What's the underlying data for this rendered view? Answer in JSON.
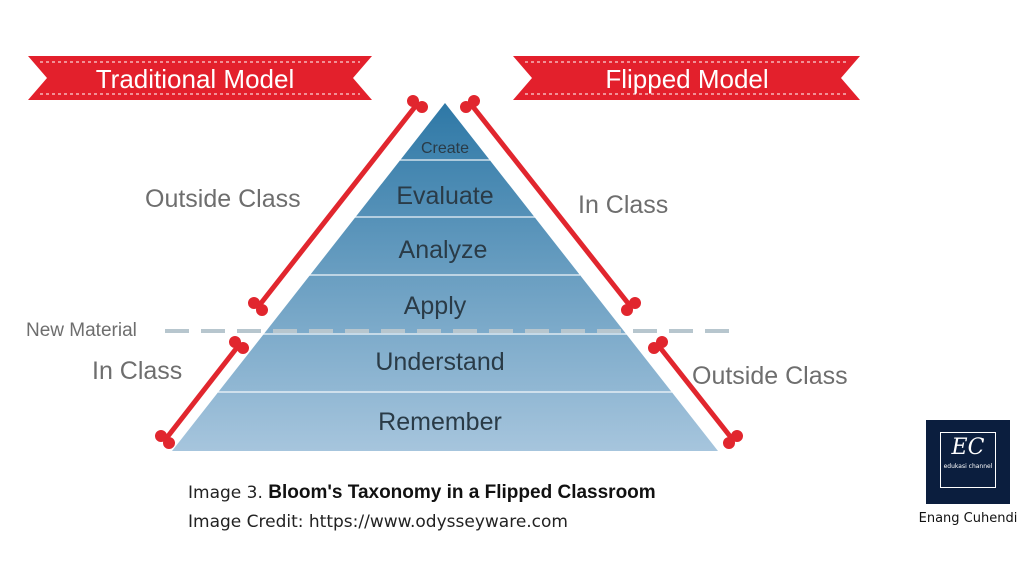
{
  "banners": {
    "traditional": "Traditional Model",
    "flipped": "Flipped Model"
  },
  "pyramid": {
    "levels": [
      "Create",
      "Evaluate",
      "Analyze",
      "Apply",
      "Understand",
      "Remember"
    ]
  },
  "labels": {
    "traditional_top": "Outside Class",
    "traditional_bottom": "In Class",
    "flipped_top": "In Class",
    "flipped_bottom": "Outside Class",
    "divider": "New Material"
  },
  "caption": {
    "prefix": "Image 3.",
    "title": "Bloom's Taxonomy in a Flipped Classroom",
    "credit": "Image Credit: https://www.odysseyware.com"
  },
  "logo": {
    "monogram": "EC",
    "subtitle": "edukasi channel",
    "name": "Enang Cuhendi"
  },
  "colors": {
    "banner_red": "#e3202c",
    "arrow_red": "#e1262e",
    "pyramid_light": "#a6c5dd",
    "pyramid_dark": "#2e78a6",
    "label_gray": "#6e6e6e",
    "divider_gray": "#b7c6ce"
  }
}
